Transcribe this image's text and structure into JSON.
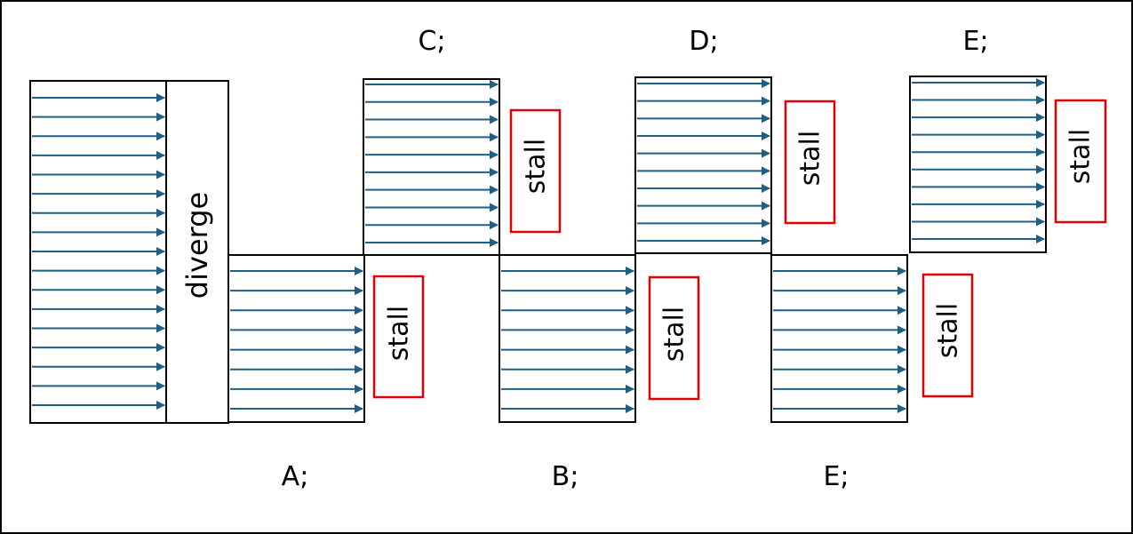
{
  "colors": {
    "arrow": "#1f5f86",
    "stall_border": "#e00000",
    "stroke": "#000000",
    "background": "#ffffff"
  },
  "diverge": {
    "label": "diverge"
  },
  "stall": {
    "label": "stall"
  },
  "top_labels": [
    "C;",
    "D;",
    "E;"
  ],
  "bottom_labels": [
    "A;",
    "B;",
    "E;"
  ]
}
